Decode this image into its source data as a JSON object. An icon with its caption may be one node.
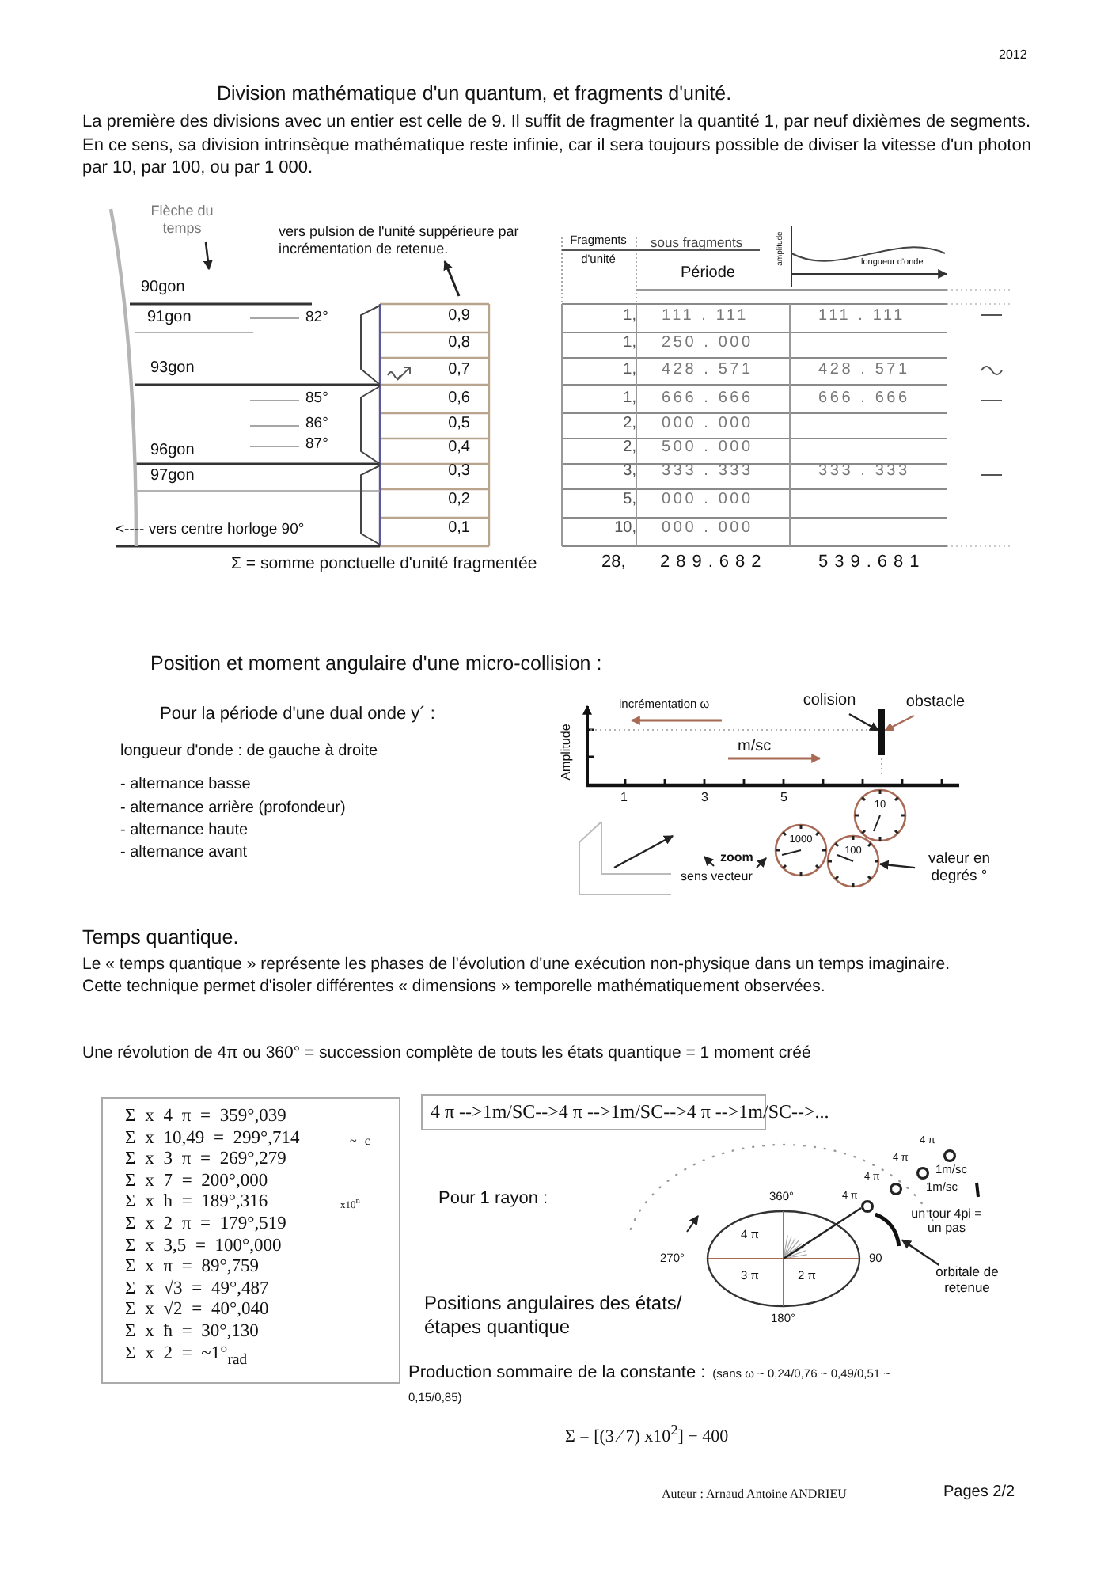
{
  "diagram": {
    "title": "Division mathématique d'un quantum, et fragments d'unité.",
    "nodes": [
      {
        "text": [
          "Σ x 4 π = 359°,039",
          "Σ x 10,49 = 299°,714",
          "~ c",
          "Σ x 3 π = 269°,279",
          "Σ x 7 = 200°,000",
          "Σ x h = 189°,316",
          "x10$^{n}$",
          "Σ x 2 π = 179°,519",
          "Σ x 3,5 = 100°,000",
          "Σ x π = 89°,759",
          "Σ x √3 = 49°,487",
          "Σ x √2 = 40°,040",
          "Σ x ħ = 30°,130",
          "Σ x 2 = ~1°$_{rad}$"
        ]
      },
      {
        "text": [
          "4 π -->1m/SC-->4 π -->1m/SC-->4 π -->1m/SC-->..."
        ]
      },
      {
        "text": [
          "4 π",
          "3 π",
          "2 π"
        ],
        "beside": [
          "360°",
          "270°",
          "90",
          "180°"
        ]
      },
      {
        "text": [
          "colision"
        ]
      },
      {
        "text": [
          "obstacle"
        ]
      },
      {
        "text": [],
        "shape": "bar"
      },
      {
        "text": [
          "10"
        ]
      },
      {
        "text": [
          "1000"
        ]
      },
      {
        "text": [
          "100"
        ]
      },
      {
        "text": [
          "valeur en degrés °"
        ]
      },
      {
        "text": [
          "orbitale de retenue"
        ]
      },
      {
        "text": [],
        "shape": "arc"
      }
    ],
    "edges": [
      {
        "from": 3,
        "to": 5,
        "arrow": "to"
      },
      {
        "from": 4,
        "to": 5,
        "arrow": "to",
        "color": "#a86a55"
      },
      {
        "from": 9,
        "to": 8,
        "arrow": "to"
      },
      {
        "from": 10,
        "to": 11,
        "arrow": "to"
      }
    ],
    "labels": [
      "2012",
      "La première des divisions avec un entier est celle de 9. Il suffit de fragmenter la quantité 1, par neuf dixièmes de segments. En ce sens, sa division intrinsèque mathématique reste infinie, car il sera toujours possible de diviser la vitesse d'un photon par 10, par 100, ou par 1 000.",
      "Flèche du temps",
      "vers pulsion de l'unité suppérieure par incrémentation de retenue.",
      "Fragments d'unité",
      "sous fragments",
      "Période",
      "amplitude",
      "longueur d'onde",
      "90gon",
      "91gon",
      "82°",
      "0,9",
      "1,",
      "111 . 111",
      "111 . 111",
      "0,8",
      "1,",
      "250 . 000",
      "93gon",
      "0,7",
      "1,",
      "428 . 571",
      "428 . 571",
      "85°",
      "0,6",
      "1,",
      "666 . 666",
      "666 . 666",
      "86°",
      "0,5",
      "2,",
      "000 . 000",
      "96gon",
      "87°",
      "0,4",
      "2,",
      "500 . 000",
      "97gon",
      "0,3",
      "3,",
      "333 . 333",
      "333 . 333",
      "0,2",
      "5,",
      "000 . 000",
      "<---- vers centre horloge 90°",
      "0,1",
      "10,",
      "000 . 000",
      "Σ = somme ponctuelle d'unité fragmentée",
      "28,",
      "289.682",
      "539.681",
      "Position et moment angulaire d'une micro-collision :",
      "Pour la période d'une dual onde y´ :",
      "longueur d'onde : de gauche à droite",
      "- alternance basse",
      "- alternance arrière (profondeur)",
      "- alternance haute",
      "- alternance avant",
      "incrémentation ω",
      "Amplitude",
      "m/sc",
      "1",
      "3",
      "5",
      "zoom",
      "sens vecteur",
      "Temps quantique.",
      "Le « temps quantique » représente les phases de l'évolution d'une exécution non-physique dans un temps imaginaire. Cette technique permet d'isoler différentes « dimensions » temporelle mathématiquement observées.",
      "Une révolution de 4π ou 360° = succession complète de touts les états quantique = 1 moment créé",
      "Pour 1 rayon :",
      "4 π",
      "4 π",
      "1m/sc",
      "4 π",
      "1m/sc",
      "4 π",
      "un tour 4pi = un pas",
      "Positions angulaires des états/étapes quantique",
      "Production sommaire de la constante :",
      "(sans ω ~ 0,24/0,76 ~ 0,49/0,51 ~ 0,15/0,85)",
      "Σ = [(3 ⁄ 7) x10$^{2}$] − 400",
      "Auteur : Arnaud Antoine ANDRIEU",
      "Pages 2/2"
    ]
  }
}
